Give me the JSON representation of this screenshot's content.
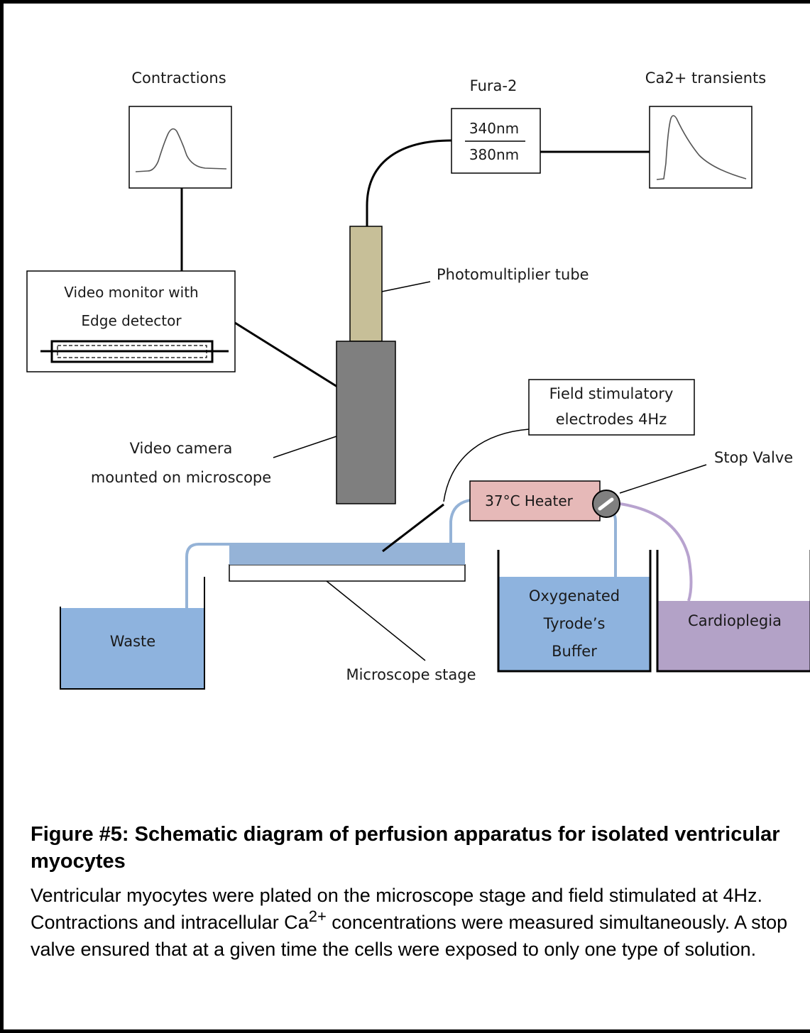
{
  "labels": {
    "contractions": "Contractions",
    "fura": "Fura-2",
    "ca_transients": "Ca2+ transients",
    "filter_top": "340nm",
    "filter_bottom": "380nm",
    "video_monitor_line1": "Video monitor with",
    "video_monitor_line2": "Edge detector",
    "photomultiplier": "Photomultiplier tube",
    "camera_line1": "Video camera",
    "camera_line2": "mounted on microscope",
    "field_stim_line1": "Field stimulatory",
    "field_stim_line2": "electrodes 4Hz",
    "stop_valve": "Stop Valve",
    "heater": "37°C Heater",
    "waste": "Waste",
    "tyrode_line1": "Oxygenated",
    "tyrode_line2": "Tyrode’s",
    "tyrode_line3": "Buffer",
    "cardioplegia": "Cardioplegia",
    "microscope_stage": "Microscope stage"
  },
  "colors": {
    "pmt_tube": "#c7bf98",
    "camera": "#7f7f7f",
    "heater": "#e6b9b8",
    "buffer_blue": "#8eb3de",
    "stage_blue": "#95b3d7",
    "cardioplegia": "#b3a2c7",
    "tube_purple": "#b8a3cf"
  },
  "caption": {
    "title": "Figure #5: Schematic diagram of perfusion apparatus for isolated ventricular myocytes",
    "body_part1": "Ventricular myocytes were plated on the microscope stage and field stimulated at 4Hz. Contractions and intracellular Ca",
    "body_sup": "2+",
    "body_part2": " concentrations were measured simultaneously. A stop valve ensured that at a given time the cells were exposed to only one type of solution."
  }
}
